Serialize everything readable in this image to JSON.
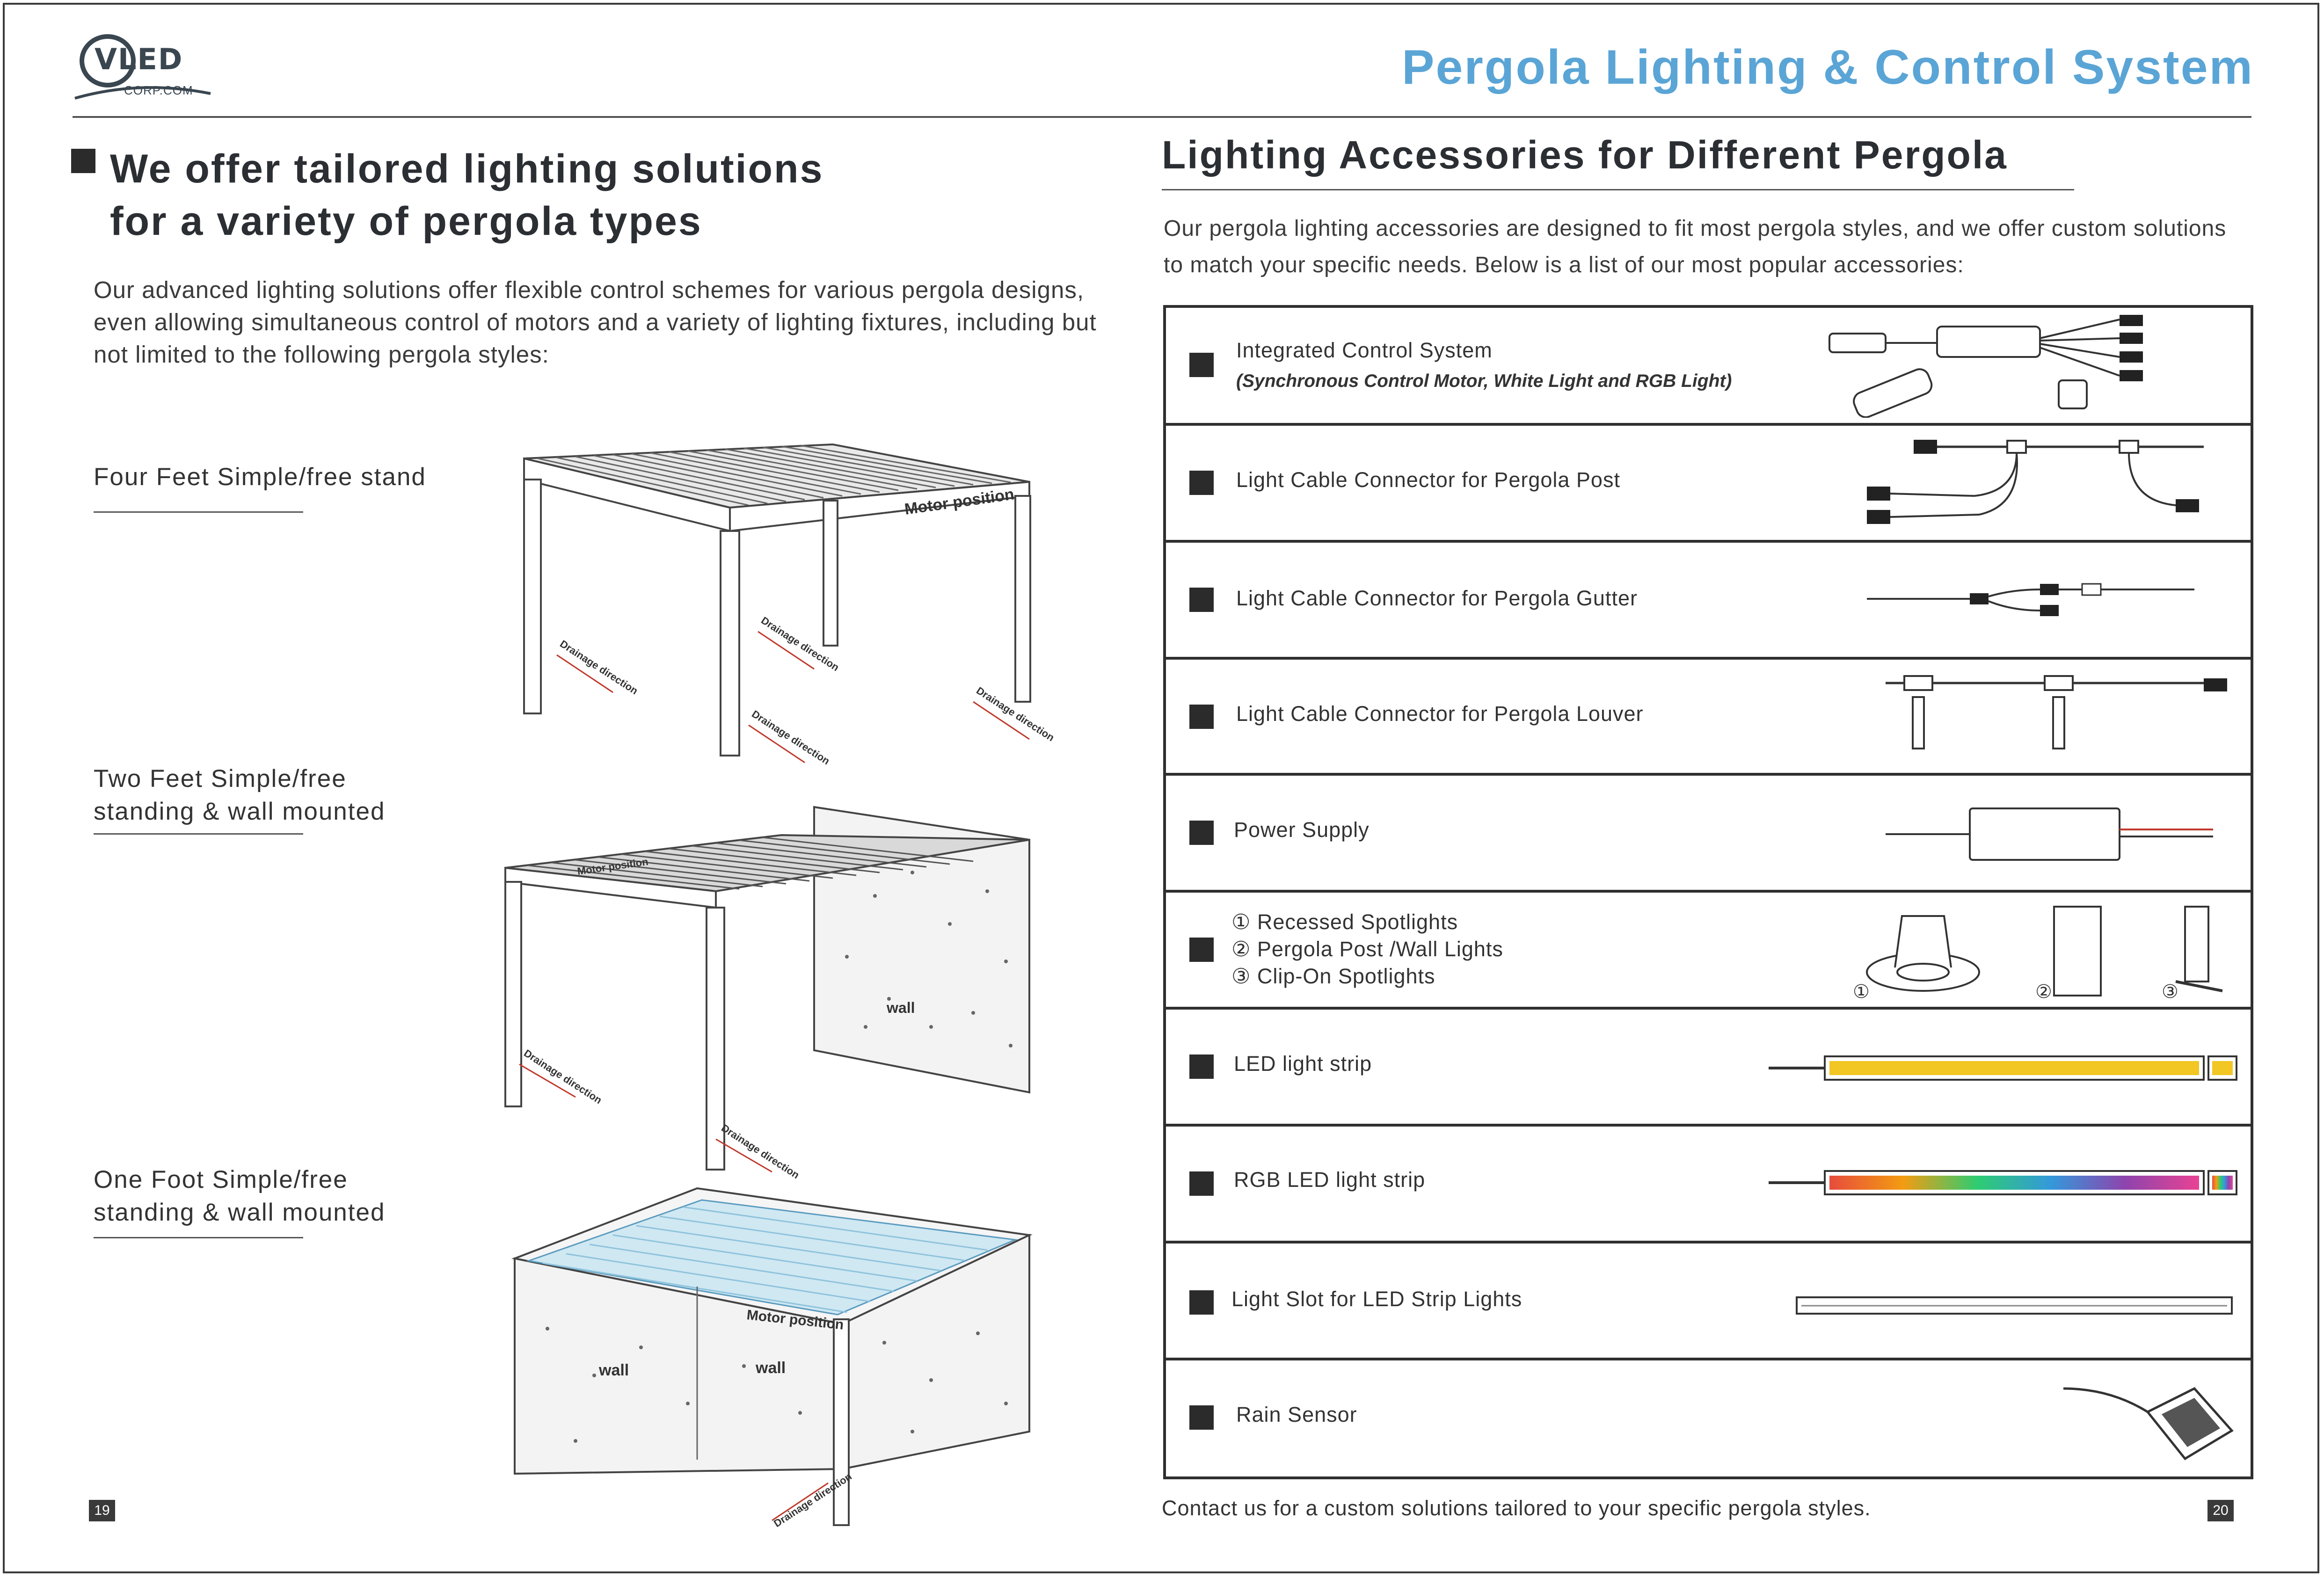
{
  "logo": {
    "name": "VLED",
    "sub": "CORP.COM"
  },
  "title": "Pergola Lighting & Control System",
  "left": {
    "heading_line1": "We offer tailored lighting solutions",
    "heading_line2": "for a variety of pergola types",
    "intro": "Our advanced lighting solutions offer flexible control schemes for various pergola designs, even allowing simultaneous control of motors and a variety of lighting fixtures, including but not limited to the following pergola styles:",
    "types": [
      {
        "line1": "Four Feet Simple/free stand",
        "line2": ""
      },
      {
        "line1": "Two Feet Simple/free",
        "line2": "standing & wall mounted"
      },
      {
        "line1": "One Foot Simple/free",
        "line2": "standing & wall mounted"
      }
    ],
    "diagram_labels": {
      "motor": "Motor position",
      "drainage": "Drainage direction",
      "wall": "wall"
    },
    "page": "19"
  },
  "right": {
    "heading": "Lighting Accessories for Different Pergola",
    "intro": "Our pergola lighting accessories are designed to fit most pergola styles, and we offer custom solutions to match your specific needs. Below is a list of our most popular accessories:",
    "items": [
      {
        "label": "Integrated Control System",
        "sub": "(Synchronous Control Motor, White Light and RGB Light)"
      },
      {
        "label": "Light Cable Connector for Pergola Post"
      },
      {
        "label": "Light Cable Connector for Pergola Gutter"
      },
      {
        "label": "Light Cable Connector for Pergola Louver"
      },
      {
        "label": "Power Supply"
      },
      {
        "line1": "① Recessed Spotlights",
        "line2": "② Pergola Post /Wall Lights",
        "line3": "③ Clip-On Spotlights",
        "markers": [
          "①",
          "②",
          "③"
        ]
      },
      {
        "label": "LED light strip"
      },
      {
        "label": "RGB LED light strip"
      },
      {
        "label": "Light Slot for LED Strip Lights"
      },
      {
        "label": "Rain Sensor"
      }
    ],
    "footer": "Contact us for a custom solutions tailored to your specific pergola styles.",
    "page": "20"
  },
  "colors": {
    "title_blue": "#5aa5d6",
    "text": "#333333",
    "led_yellow": "#f2c623"
  }
}
